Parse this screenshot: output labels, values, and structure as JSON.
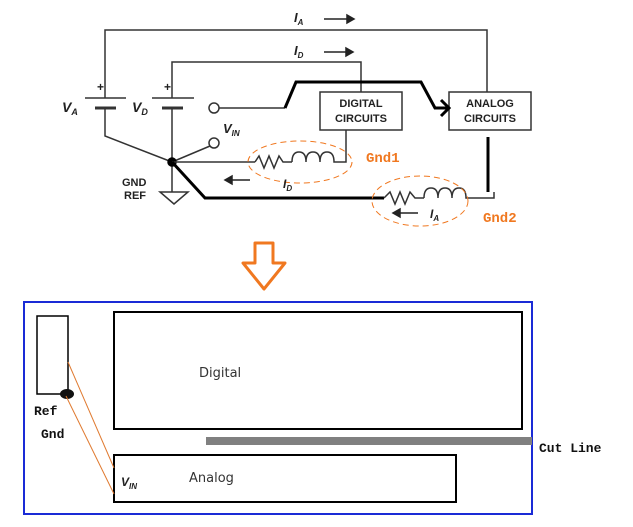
{
  "schematic": {
    "labels": {
      "va": "V",
      "va_sub": "A",
      "vd": "V",
      "vd_sub": "D",
      "vin": "V",
      "vin_sub": "IN",
      "ia_top": "I",
      "ia_top_sub": "A",
      "id_top": "I",
      "id_top_sub": "D",
      "id_bottom": "I",
      "id_bottom_sub": "D",
      "ia_bottom": "I",
      "ia_bottom_sub": "A",
      "gnd_ref_line1": "GND",
      "gnd_ref_line2": "REF",
      "plus": "+"
    },
    "digital_circuits": [
      "DIGITAL",
      "CIRCUITS"
    ],
    "analog_circuits": [
      "ANALOG",
      "CIRCUITS"
    ],
    "gnd1": "Gnd1",
    "gnd2": "Gnd2"
  },
  "layout_board": {
    "digital": "Digital",
    "analog": "Analog",
    "vin": "V",
    "vin_sub": "IN",
    "ref_gnd_line1": "Ref",
    "ref_gnd_line2": "Gnd",
    "cut_line": "Cut Line"
  },
  "colors": {
    "accent_orange": "#f07820",
    "board_border": "#1a2bd6",
    "cut_line": "#808080"
  }
}
